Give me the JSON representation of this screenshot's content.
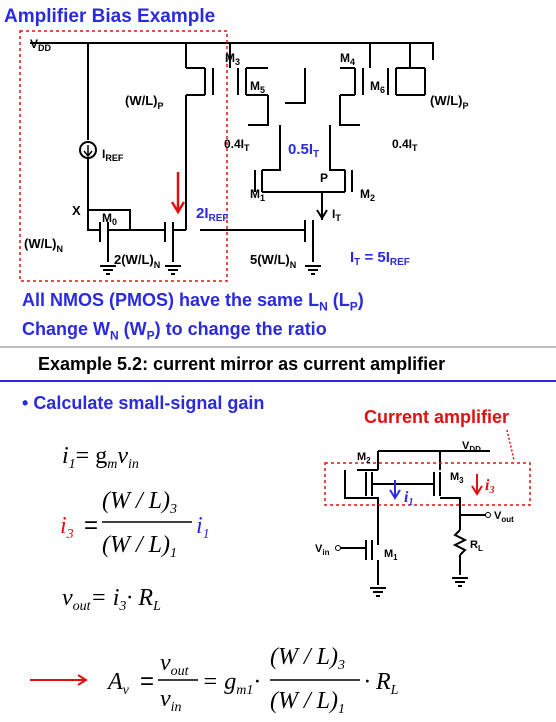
{
  "top": {
    "title": "Amplifier Bias Example",
    "labels": {
      "vdd": "V",
      "vdd_sub": "DD",
      "m3": "M",
      "m3_sub": "3",
      "m4": "M",
      "m4_sub": "4",
      "m5": "M",
      "m5_sub": "5",
      "m6": "M",
      "m6_sub": "6",
      "m0": "M",
      "m0_sub": "0",
      "m1": "M",
      "m1_sub": "1",
      "m2": "M",
      "m2_sub": "2",
      "wlp_left": "(W/L)",
      "wlp_left_sub": "P",
      "wlp_right": "(W/L)",
      "wlp_right_sub": "P",
      "wln": "(W/L)",
      "wln_sub": "N",
      "two_wln": "2(W/L)",
      "two_wln_sub": "N",
      "five_wln": "5(W/L)",
      "five_wln_sub": "N",
      "iref": "I",
      "iref_sub": "REF",
      "x": "X",
      "p": "P",
      "i_left": "0.4I",
      "i_left_sub": "T",
      "i_mid": "0.5I",
      "i_mid_sub": "T",
      "i_right": "0.4I",
      "i_right_sub": "T",
      "two_iref": "2I",
      "two_iref_sub": "REF",
      "it": "I",
      "it_sub": "T",
      "it_eq": "I",
      "it_eq_sub": "T",
      "it_eq_rest": " = 5I",
      "it_eq_rest_sub": "REF"
    },
    "statement1": "All NMOS (PMOS) have the same L",
    "statement1_sub": "N",
    "statement1_mid": " (L",
    "statement1_mid_sub": "P",
    "statement1_end": ")",
    "statement2": "Change W",
    "statement2_sub": "N",
    "statement2_mid": " (W",
    "statement2_mid_sub": "P",
    "statement2_end": ") to change the ratio"
  },
  "example": {
    "title": "Example 5.2: current mirror as current amplifier",
    "bullet": "Calculate small-signal gain",
    "current_amplifier_label": "Current amplifier",
    "circuit": {
      "vdd": "V",
      "vdd_sub": "DD",
      "m2": "M",
      "m2_sub": "2",
      "m3": "M",
      "m3_sub": "3",
      "m1": "M",
      "m1_sub": "1",
      "i1": "i",
      "i1_sub": "1",
      "i3": "i",
      "i3_sub": "3",
      "vout": "V",
      "vout_sub": "out",
      "vin": "V",
      "vin_sub": "in",
      "rl": "R",
      "rl_sub": "L"
    },
    "eq1": {
      "lhs": "i",
      "lhs_sub": "1",
      "rhs": "= g",
      "rhs_sub": "m",
      "rhs2": "v",
      "rhs2_sub": "in"
    },
    "eq2": {
      "lhs": "i",
      "lhs_sub": "3",
      "eq": "=",
      "num": "(W / L)",
      "num_sub": "3",
      "den": "(W / L)",
      "den_sub": "1",
      "tail": "i",
      "tail_sub": "1"
    },
    "eq3": {
      "lhs": "v",
      "lhs_sub": "out",
      "rhs": "= i",
      "rhs_sub": "3",
      "rhs2": "· R",
      "rhs2_sub": "L"
    },
    "eq4": {
      "lhs": "A",
      "lhs_sub": "v",
      "eq": "=",
      "f1_num": "v",
      "f1_num_sub": "out",
      "f1_den": "v",
      "f1_den_sub": "in",
      "eq2": "= g",
      "eq2_sub": "m1",
      "dot": "·",
      "f2_num": "(W / L)",
      "f2_num_sub": "3",
      "f2_den": "(W / L)",
      "f2_den_sub": "1",
      "tail": "· R",
      "tail_sub": "L"
    }
  },
  "colors": {
    "blue": "#2a2adf",
    "red": "#e01010",
    "black": "#000000"
  }
}
